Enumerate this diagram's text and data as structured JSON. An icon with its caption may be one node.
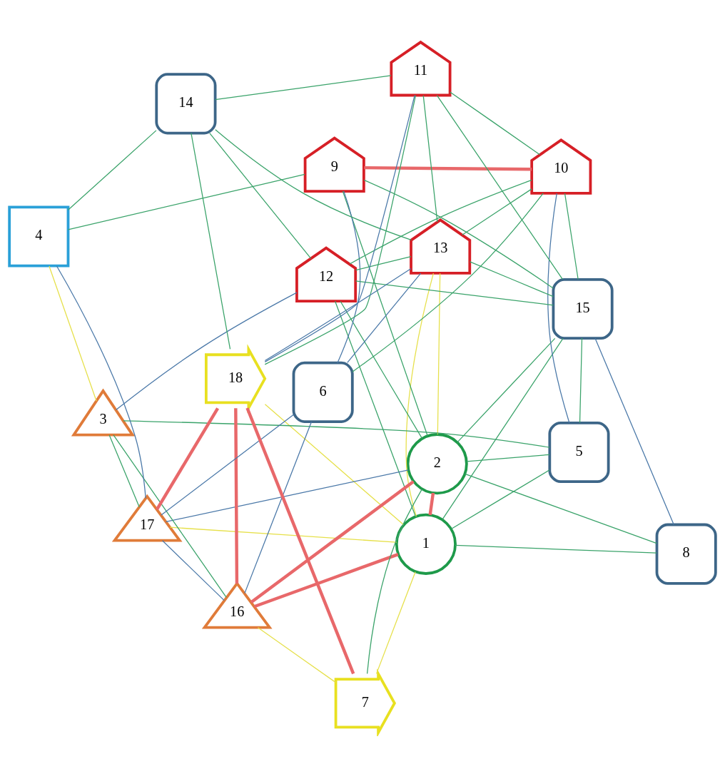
{
  "diagram": {
    "nodes": [
      {
        "text": [
          "1"
        ]
      },
      {
        "text": [
          "2"
        ]
      },
      {
        "text": [
          "3"
        ]
      },
      {
        "text": [
          "4"
        ]
      },
      {
        "text": [
          "5"
        ]
      },
      {
        "text": [
          "6"
        ]
      },
      {
        "text": [
          "7"
        ]
      },
      {
        "text": [
          "8"
        ]
      },
      {
        "text": [
          "9"
        ]
      },
      {
        "text": [
          "10"
        ]
      },
      {
        "text": [
          "11"
        ]
      },
      {
        "text": [
          "12"
        ]
      },
      {
        "text": [
          "13"
        ]
      },
      {
        "text": [
          "14"
        ]
      },
      {
        "text": [
          "15"
        ]
      },
      {
        "text": [
          "16"
        ]
      },
      {
        "text": [
          "17"
        ]
      },
      {
        "text": [
          "18"
        ]
      }
    ],
    "edges": [
      {
        "from": 0,
        "to": 1,
        "arrow": "none",
        "style": "thick",
        "color": "#e8686a"
      },
      {
        "from": 1,
        "to": 15,
        "arrow": "none",
        "style": "thick",
        "color": "#e8686a"
      },
      {
        "from": 0,
        "to": 15,
        "arrow": "none",
        "style": "thick",
        "color": "#e8686a"
      },
      {
        "from": 15,
        "to": 17,
        "arrow": "none",
        "style": "thick",
        "color": "#e8686a"
      },
      {
        "from": 16,
        "to": 17,
        "arrow": "none",
        "style": "thick",
        "color": "#e8686a"
      },
      {
        "from": 17,
        "to": 6,
        "arrow": "none",
        "style": "thick",
        "color": "#e8686a"
      },
      {
        "from": 9,
        "to": 8,
        "arrow": "none",
        "style": "thick",
        "color": "#e8686a"
      },
      {
        "from": 0,
        "to": 12,
        "arrow": "none",
        "color": "#e6e04a"
      },
      {
        "from": 0,
        "to": 16,
        "arrow": "none",
        "color": "#e6e04a"
      },
      {
        "from": 0,
        "to": 17,
        "arrow": "none",
        "color": "#e6e04a"
      },
      {
        "from": 0,
        "to": 6,
        "arrow": "none",
        "color": "#e6e04a"
      },
      {
        "from": 1,
        "to": 12,
        "arrow": "none",
        "color": "#e6e04a"
      },
      {
        "from": 15,
        "to": 6,
        "arrow": "none",
        "color": "#e6e04a"
      },
      {
        "from": 2,
        "to": 3,
        "arrow": "none",
        "color": "#e6e04a"
      },
      {
        "from": 0,
        "to": 7,
        "arrow": "none"
      },
      {
        "from": 0,
        "to": 14,
        "arrow": "none"
      },
      {
        "from": 0,
        "to": 4,
        "arrow": "none"
      },
      {
        "from": 0,
        "to": 11,
        "arrow": "none"
      },
      {
        "from": 1,
        "to": 7,
        "arrow": "none"
      },
      {
        "from": 1,
        "to": 14,
        "arrow": "none"
      },
      {
        "from": 1,
        "to": 11,
        "arrow": "none"
      },
      {
        "from": 1,
        "to": 4,
        "arrow": "none"
      },
      {
        "from": 1,
        "to": 6,
        "arrow": "none"
      },
      {
        "from": 1,
        "to": 8,
        "arrow": "none"
      },
      {
        "from": 15,
        "to": 2,
        "arrow": "none"
      },
      {
        "from": 2,
        "to": 16,
        "arrow": "none"
      },
      {
        "from": 2,
        "to": 4,
        "arrow": "none"
      },
      {
        "from": 14,
        "to": 4,
        "arrow": "none"
      },
      {
        "from": 14,
        "to": 9,
        "arrow": "none"
      },
      {
        "from": 14,
        "to": 12,
        "arrow": "none"
      },
      {
        "from": 14,
        "to": 11,
        "arrow": "none"
      },
      {
        "from": 14,
        "to": 10,
        "arrow": "none"
      },
      {
        "from": 14,
        "to": 8,
        "arrow": "none"
      },
      {
        "from": 3,
        "to": 13,
        "arrow": "none"
      },
      {
        "from": 3,
        "to": 8,
        "arrow": "none"
      },
      {
        "from": 13,
        "to": 12,
        "arrow": "none"
      },
      {
        "from": 13,
        "to": 11,
        "arrow": "none"
      },
      {
        "from": 13,
        "to": 10,
        "arrow": "none"
      },
      {
        "from": 12,
        "to": 11,
        "arrow": "none"
      },
      {
        "from": 12,
        "to": 10,
        "arrow": "none"
      },
      {
        "from": 12,
        "to": 9,
        "arrow": "none"
      },
      {
        "from": 9,
        "to": 11,
        "arrow": "none"
      },
      {
        "from": 9,
        "to": 10,
        "arrow": "none"
      },
      {
        "from": 9,
        "to": 5,
        "arrow": "none"
      },
      {
        "from": 10,
        "to": 17,
        "arrow": "none"
      },
      {
        "from": 13,
        "to": 17,
        "arrow": "none"
      },
      {
        "from": 7,
        "to": 14,
        "arrow": "none",
        "color": "#4a78a8"
      },
      {
        "from": 15,
        "to": 5,
        "arrow": "none",
        "color": "#4a78a8"
      },
      {
        "from": 15,
        "to": 16,
        "arrow": "none",
        "color": "#4a78a8"
      },
      {
        "from": 1,
        "to": 16,
        "arrow": "none",
        "color": "#4a78a8"
      },
      {
        "from": 16,
        "to": 3,
        "arrow": "none",
        "color": "#4a78a8"
      },
      {
        "from": 16,
        "to": 5,
        "arrow": "none",
        "color": "#4a78a8"
      },
      {
        "from": 2,
        "to": 11,
        "arrow": "none",
        "color": "#4a78a8"
      },
      {
        "from": 5,
        "to": 8,
        "arrow": "none",
        "color": "#4a78a8"
      },
      {
        "from": 5,
        "to": 12,
        "arrow": "none",
        "color": "#4a78a8"
      },
      {
        "from": 17,
        "to": 12,
        "arrow": "none",
        "color": "#4a78a8"
      },
      {
        "from": 17,
        "to": 10,
        "arrow": "none",
        "color": "#4a78a8"
      },
      {
        "from": 4,
        "to": 9,
        "arrow": "none",
        "color": "#4a78a8"
      }
    ]
  }
}
